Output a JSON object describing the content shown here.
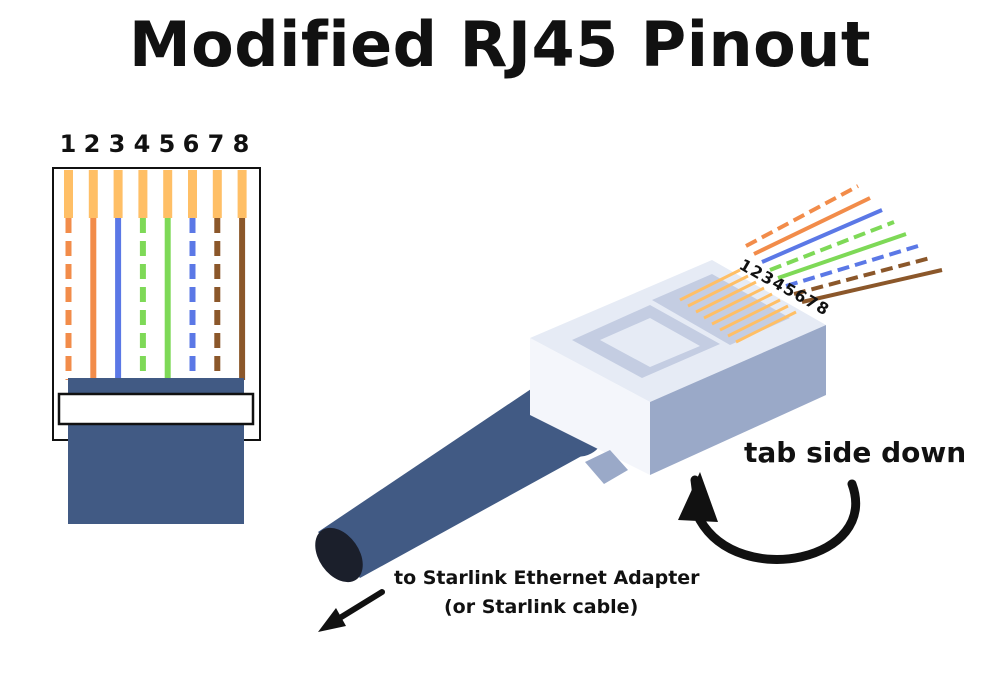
{
  "title": "Modified RJ45 Pinout",
  "pins": [
    {
      "number": "1",
      "color": "#f28c4a",
      "style": "striped"
    },
    {
      "number": "2",
      "color": "#f28c4a",
      "style": "solid"
    },
    {
      "number": "3",
      "color": "#5b78e6",
      "style": "solid"
    },
    {
      "number": "4",
      "color": "#7ed957",
      "style": "striped"
    },
    {
      "number": "5",
      "color": "#7ed957",
      "style": "solid"
    },
    {
      "number": "6",
      "color": "#5b78e6",
      "style": "striped"
    },
    {
      "number": "7",
      "color": "#8b572a",
      "style": "striped"
    },
    {
      "number": "8",
      "color": "#8b572a",
      "style": "solid"
    }
  ],
  "colors": {
    "contact": "#ffbf66",
    "cable": "#415a84",
    "plug_light": "#e6ebf5",
    "plug_mid": "#c4cde2",
    "plug_dark": "#9aa9c8",
    "arrow": "#111111"
  },
  "annotations": {
    "tab_side": "tab side down",
    "destination_line1": "to Starlink Ethernet Adapter",
    "destination_line2": "(or Starlink cable)"
  }
}
